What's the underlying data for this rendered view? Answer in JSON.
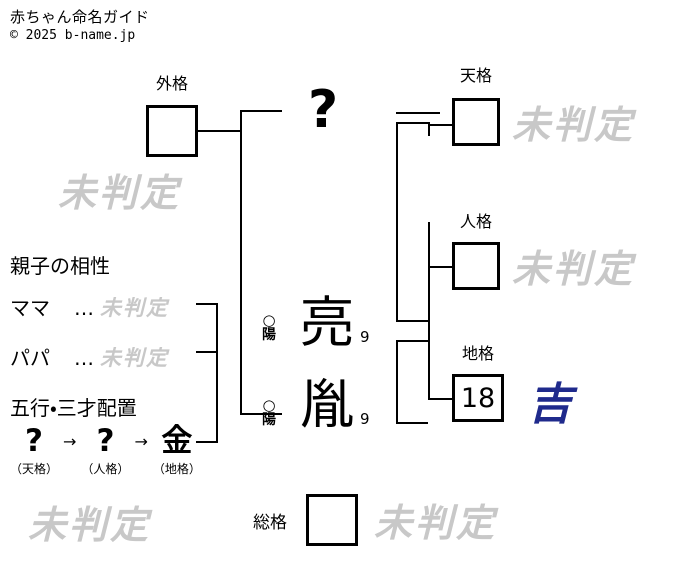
{
  "header": {
    "title": "赤ちゃん命名ガイド",
    "copyright": "© 2025 b-name.jp"
  },
  "verdict_text": "未判定",
  "colors": {
    "text": "#000000",
    "verdict_grey": "#c8c8c8",
    "kichi_blue": "#1f2a8c",
    "background": "#ffffff",
    "line": "#000000"
  },
  "kaku": {
    "gaikaku": {
      "label": "外格",
      "value": "",
      "verdict": "未判定"
    },
    "tenkaku": {
      "label": "天格",
      "value": "",
      "verdict": "未判定"
    },
    "jinkaku": {
      "label": "人格",
      "value": "",
      "verdict": "未判定"
    },
    "chikaku": {
      "label": "地格",
      "value": "18",
      "verdict": "吉"
    },
    "soukaku": {
      "label": "総格",
      "value": "",
      "verdict": "未判定"
    }
  },
  "name": {
    "surname": {
      "char": "?",
      "strokes": "",
      "yinyang_mark": "",
      "yinyang_label": ""
    },
    "given": [
      {
        "char": "亮",
        "strokes": "9",
        "yinyang_mark": "○",
        "yinyang_label": "陽"
      },
      {
        "char": "胤",
        "strokes": "9",
        "yinyang_mark": "○",
        "yinyang_label": "陽"
      }
    ]
  },
  "compatibility": {
    "title": "親子の相性",
    "rows": [
      {
        "who": "ママ",
        "dots": "…",
        "verdict": "未判定"
      },
      {
        "who": "パパ",
        "dots": "…",
        "verdict": "未判定"
      }
    ]
  },
  "gogyo": {
    "title": "五行・三才配置",
    "arrow": "→",
    "cells": [
      {
        "element": "?",
        "label": "（天格）"
      },
      {
        "element": "?",
        "label": "（人格）"
      },
      {
        "element": "金",
        "label": "（地格）"
      }
    ]
  },
  "watermarks": [
    {
      "text": "未判定"
    },
    {
      "text": "未判定"
    }
  ]
}
